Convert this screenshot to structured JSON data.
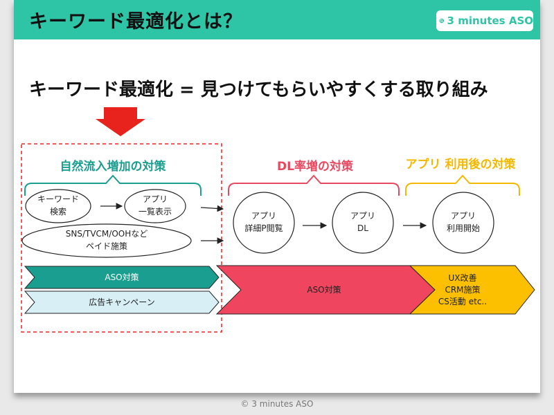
{
  "header": {
    "title": "キーワード最適化とは？",
    "logo_text": "3 minutes ASO",
    "logo_icon": "magnifier-icon"
  },
  "headline": "キーワード最適化 = 見つけてもらいやすくする取り組み",
  "phases": [
    {
      "label": "自然流入増加の対策",
      "color": "#1a9e8f"
    },
    {
      "label": "DL率増の対策",
      "color": "#e84860"
    },
    {
      "label": "アプリ 利用後の対策",
      "color": "#f5b800"
    }
  ],
  "nodes": {
    "keyword_search": [
      "キーワード",
      "検索"
    ],
    "app_list": [
      "アプリ",
      "一覧表示"
    ],
    "media": [
      "SNS/TVCM/OOHなど",
      "ペイド施策"
    ],
    "detail_page": [
      "アプリ",
      "詳細P閲覧"
    ],
    "download": [
      "アプリ",
      "DL"
    ],
    "start_use": [
      "アプリ",
      "利用開始"
    ]
  },
  "bands": {
    "aso_left": "ASO対策",
    "ads": "広告キャンペーン",
    "aso_middle": "ASO対策",
    "post_use": [
      "UX改善",
      "CRM施策",
      "CS活動 etc.."
    ]
  },
  "colors": {
    "teal_band": "#1a9e8f",
    "light_band": "#d7eff5",
    "red_band": "#f0455e",
    "yellow_band": "#fcc000",
    "highlight_red": "#e8231d"
  },
  "footer": "© 3 minutes ASO"
}
